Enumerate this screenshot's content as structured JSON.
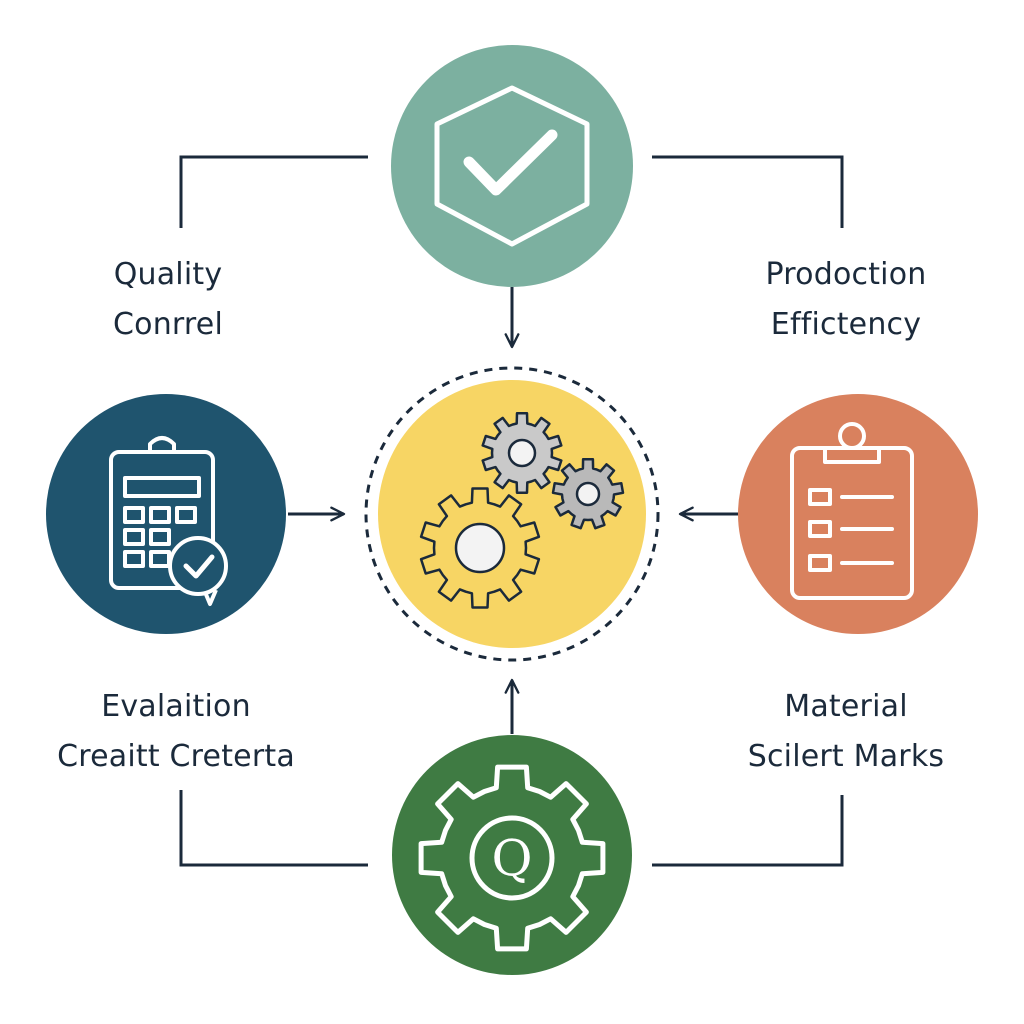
{
  "labels": {
    "top_left": {
      "line1": "Quality",
      "line2": "Conrrel"
    },
    "top_right": {
      "line1": "Prodoction",
      "line2": "Effictency"
    },
    "bottom_left": {
      "line1": "Evalaition",
      "line2": "Creaitt Creterta"
    },
    "bottom_right": {
      "line1": "Material",
      "line2": "Scilert Marks"
    }
  },
  "center_icon": "gears-icon",
  "nodes": [
    {
      "position": "top",
      "icon": "hexagon-checkmark-icon",
      "color": "#7cb0a0"
    },
    {
      "position": "left",
      "icon": "calculator-clipboard-check-icon",
      "color": "#1f546e"
    },
    {
      "position": "right",
      "icon": "clipboard-checklist-icon",
      "color": "#d9815e"
    },
    {
      "position": "bottom",
      "icon": "gear-q-icon",
      "color": "#3f7b43"
    }
  ],
  "colors": {
    "hub": "#f7d564",
    "line": "#1b2a3b",
    "icon_stroke": "#ffffff"
  }
}
